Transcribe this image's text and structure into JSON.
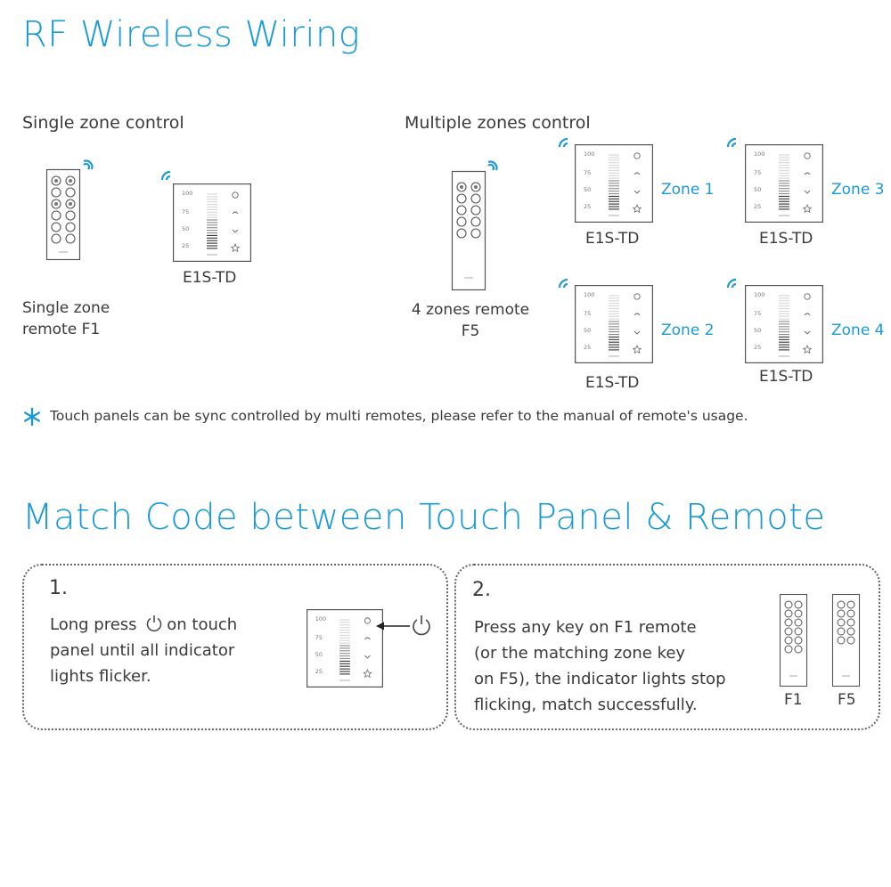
{
  "title1": "RF Wireless Wiring",
  "single": {
    "heading": "Single zone control",
    "remote_label": [
      "Single zone",
      "remote F1"
    ],
    "panel_label": "E1S-TD"
  },
  "multi": {
    "heading": "Multiple zones control",
    "remote_label": [
      "4 zones remote",
      "F5"
    ],
    "panels": [
      {
        "zone": "Zone 1",
        "label": "E1S-TD"
      },
      {
        "zone": "Zone 3",
        "label": "E1S-TD"
      },
      {
        "zone": "Zone 2",
        "label": "E1S-TD"
      },
      {
        "zone": "Zone 4",
        "label": "E1S-TD"
      }
    ]
  },
  "note": "Touch panels can be sync controlled by multi remotes, please refer to the manual of remote's usage.",
  "title2": "Match Code between Touch Panel & Remote",
  "step1": {
    "number": "1.",
    "line1_pre": "Long press",
    "line1_post": "on touch",
    "line2": "panel until all indicator",
    "line3": "lights flicker."
  },
  "step2": {
    "number": "2.",
    "lines": [
      "Press any key on F1 remote",
      "(or the matching zone key",
      "on F5), the indicator lights stop",
      "flicking, match successfully."
    ],
    "remote1": "F1",
    "remote2": "F5"
  },
  "panel_marks": [
    "100",
    "75",
    "50",
    "25"
  ],
  "colors": {
    "accent": "#1a9ad6",
    "line": "#555555"
  }
}
